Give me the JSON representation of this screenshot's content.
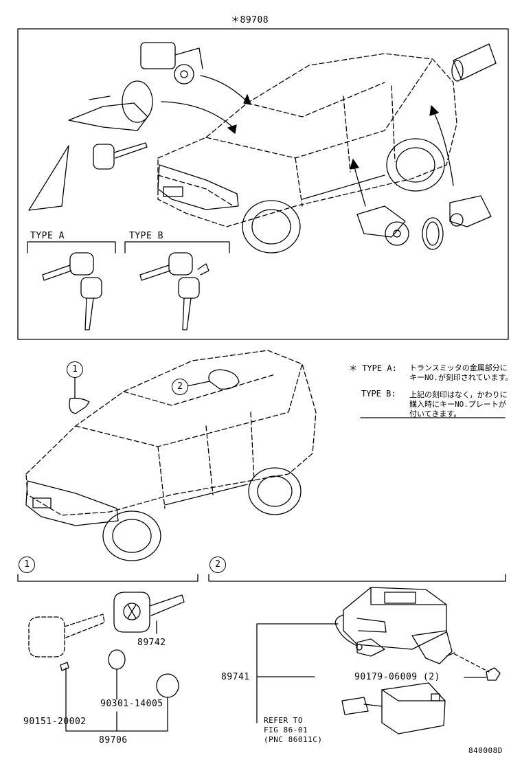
{
  "header": {
    "kit_part": "＊89708"
  },
  "types": {
    "type_a": "TYPE A",
    "type_b": "TYPE B"
  },
  "notes": {
    "type_a_label": "＊ TYPE A:",
    "type_a_line1": "トランスミッタの金属部分に",
    "type_a_line2": "キーNO.が刻印されています。",
    "type_b_label": "TYPE B:",
    "type_b_line1": "上記の刻印はなく，かわりに",
    "type_b_line2": "購入時にキーNO.プレートが",
    "type_b_line3": "付いてきます。"
  },
  "callouts": {
    "c1": "1",
    "c2": "2"
  },
  "parts": {
    "p89742": "89742",
    "p90301": "90301-14005",
    "p90151": "90151-20002",
    "p89706": "89706",
    "p89741": "89741",
    "p90179": "90179-06009 (2)",
    "refer_line1": "REFER TO",
    "refer_line2": "FIG 86-01",
    "refer_line3": "(PNC 86011C)"
  },
  "diagram_code": "840008D"
}
